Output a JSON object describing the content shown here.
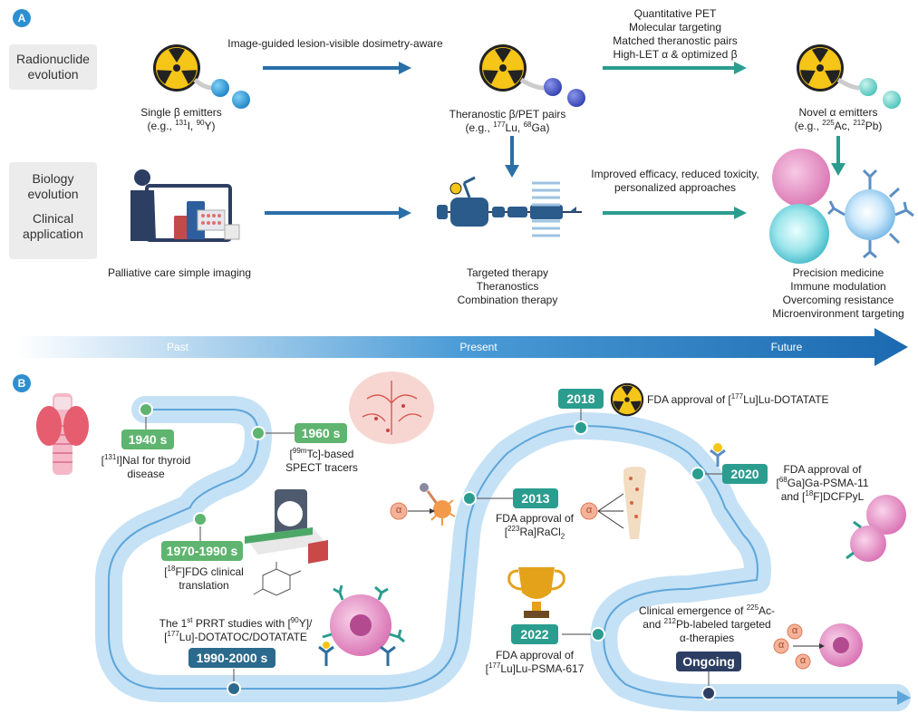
{
  "panel_a": {
    "letter": "A",
    "row_labels": {
      "radionuclide": [
        "Radionuclide",
        "evolution"
      ],
      "biology": [
        "Biology",
        "evolution"
      ],
      "clinical": [
        "Clinical",
        "application"
      ]
    },
    "arrow1_label": "Image-guided lesion-visible dosimetry-aware",
    "arrow2_labels": [
      "Quantitative PET",
      "Molecular targeting",
      "Matched theranostic pairs",
      "High-LET α & optimized β"
    ],
    "arrow3_labels": [
      "Improved efficacy, reduced toxicity,",
      "personalized approaches"
    ],
    "stage1": {
      "name": "Single β emitters",
      "example_pre": "(e.g., ",
      "iso1_sup": "131",
      "iso1": "I, ",
      "iso2_sup": "90",
      "iso2": "Y)",
      "clinical": "Palliative care simple imaging"
    },
    "stage2": {
      "name": "Theranostic β/PET pairs",
      "example_pre": "(e.g., ",
      "iso1_sup": "177",
      "iso1": "Lu,  ",
      "iso2_sup": "68",
      "iso2": "Ga)",
      "clinical": [
        "Targeted therapy",
        "Theranostics",
        "Combination therapy"
      ]
    },
    "stage3": {
      "name": "Novel α emitters",
      "example_pre": "(e.g., ",
      "iso1_sup": "225",
      "iso1": "Ac, ",
      "iso2_sup": "212",
      "iso2": "Pb)",
      "clinical": [
        "Precision medicine",
        "Immune modulation",
        "Overcoming resistance",
        "Microenvironment targeting"
      ]
    },
    "timeline": {
      "past": "Past",
      "present": "Present",
      "future": "Future"
    }
  },
  "panel_b": {
    "letter": "B",
    "milestones": {
      "m1940": {
        "year": "1940 s",
        "l1_pre": "[",
        "l1_sup": "131",
        "l1_post": "I]NaI for thyroid",
        "l2": "disease"
      },
      "m1960": {
        "year": "1960 s",
        "l1_pre": "[",
        "l1_sup": "99m",
        "l1_post": "Tc]-based",
        "l2": "SPECT tracers"
      },
      "m1970": {
        "year": "1970-1990 s",
        "l1_pre": "[",
        "l1_sup": "18",
        "l1_post": "F]FDG clinical",
        "l2": "translation"
      },
      "m1990": {
        "year": "1990-2000 s",
        "l1a": "The 1",
        "l1_supa": "st",
        "l1b": " PRRT studies with [",
        "l1_supb": "90",
        "l1c": "Y]/",
        "l2_pre": "[",
        "l2_sup": "177",
        "l2_post": "Lu]-DOTATOC/DOTATATE"
      },
      "m2013": {
        "year": "2013",
        "l1": "FDA approval of",
        "l2_pre": "[",
        "l2_sup": "223",
        "l2_mid": "Ra]RaCl",
        "l2_sub": "2"
      },
      "m2018": {
        "year": "2018",
        "l1_pre": "FDA approval of [",
        "l1_sup": "177",
        "l1_post": "Lu]Lu-DOTATATE"
      },
      "m2020": {
        "year": "2020",
        "l1": "FDA approval of",
        "l2_pre": "[",
        "l2_sup": "68",
        "l2_post": "Ga]Ga-PSMA-11",
        "l3_pre": "and [",
        "l3_sup": "18",
        "l3_post": "F]DCFPyL"
      },
      "m2022": {
        "year": "2022",
        "l1": "FDA approval of",
        "l2_pre": "[",
        "l2_sup": "177",
        "l2_post": "Lu]Lu-PSMA-617"
      },
      "ongoing": {
        "year": "Ongoing",
        "l1_pre": "Clinical emergence of ",
        "l1_sup": "225",
        "l1_post": "Ac-",
        "l2_pre": "and ",
        "l2_sup": "212",
        "l2_post": "Pb-labeled targeted",
        "l3": "α-therapies"
      }
    },
    "alpha_symbol": "α"
  },
  "colors": {
    "teal": "#2a9d8f",
    "green": "#4caf6e",
    "blue": "#2a6fa8",
    "navy": "#2d3e63",
    "path": "#bcdcf3",
    "badge_dark": "#2b6a8c",
    "yellow": "#f5c518"
  }
}
